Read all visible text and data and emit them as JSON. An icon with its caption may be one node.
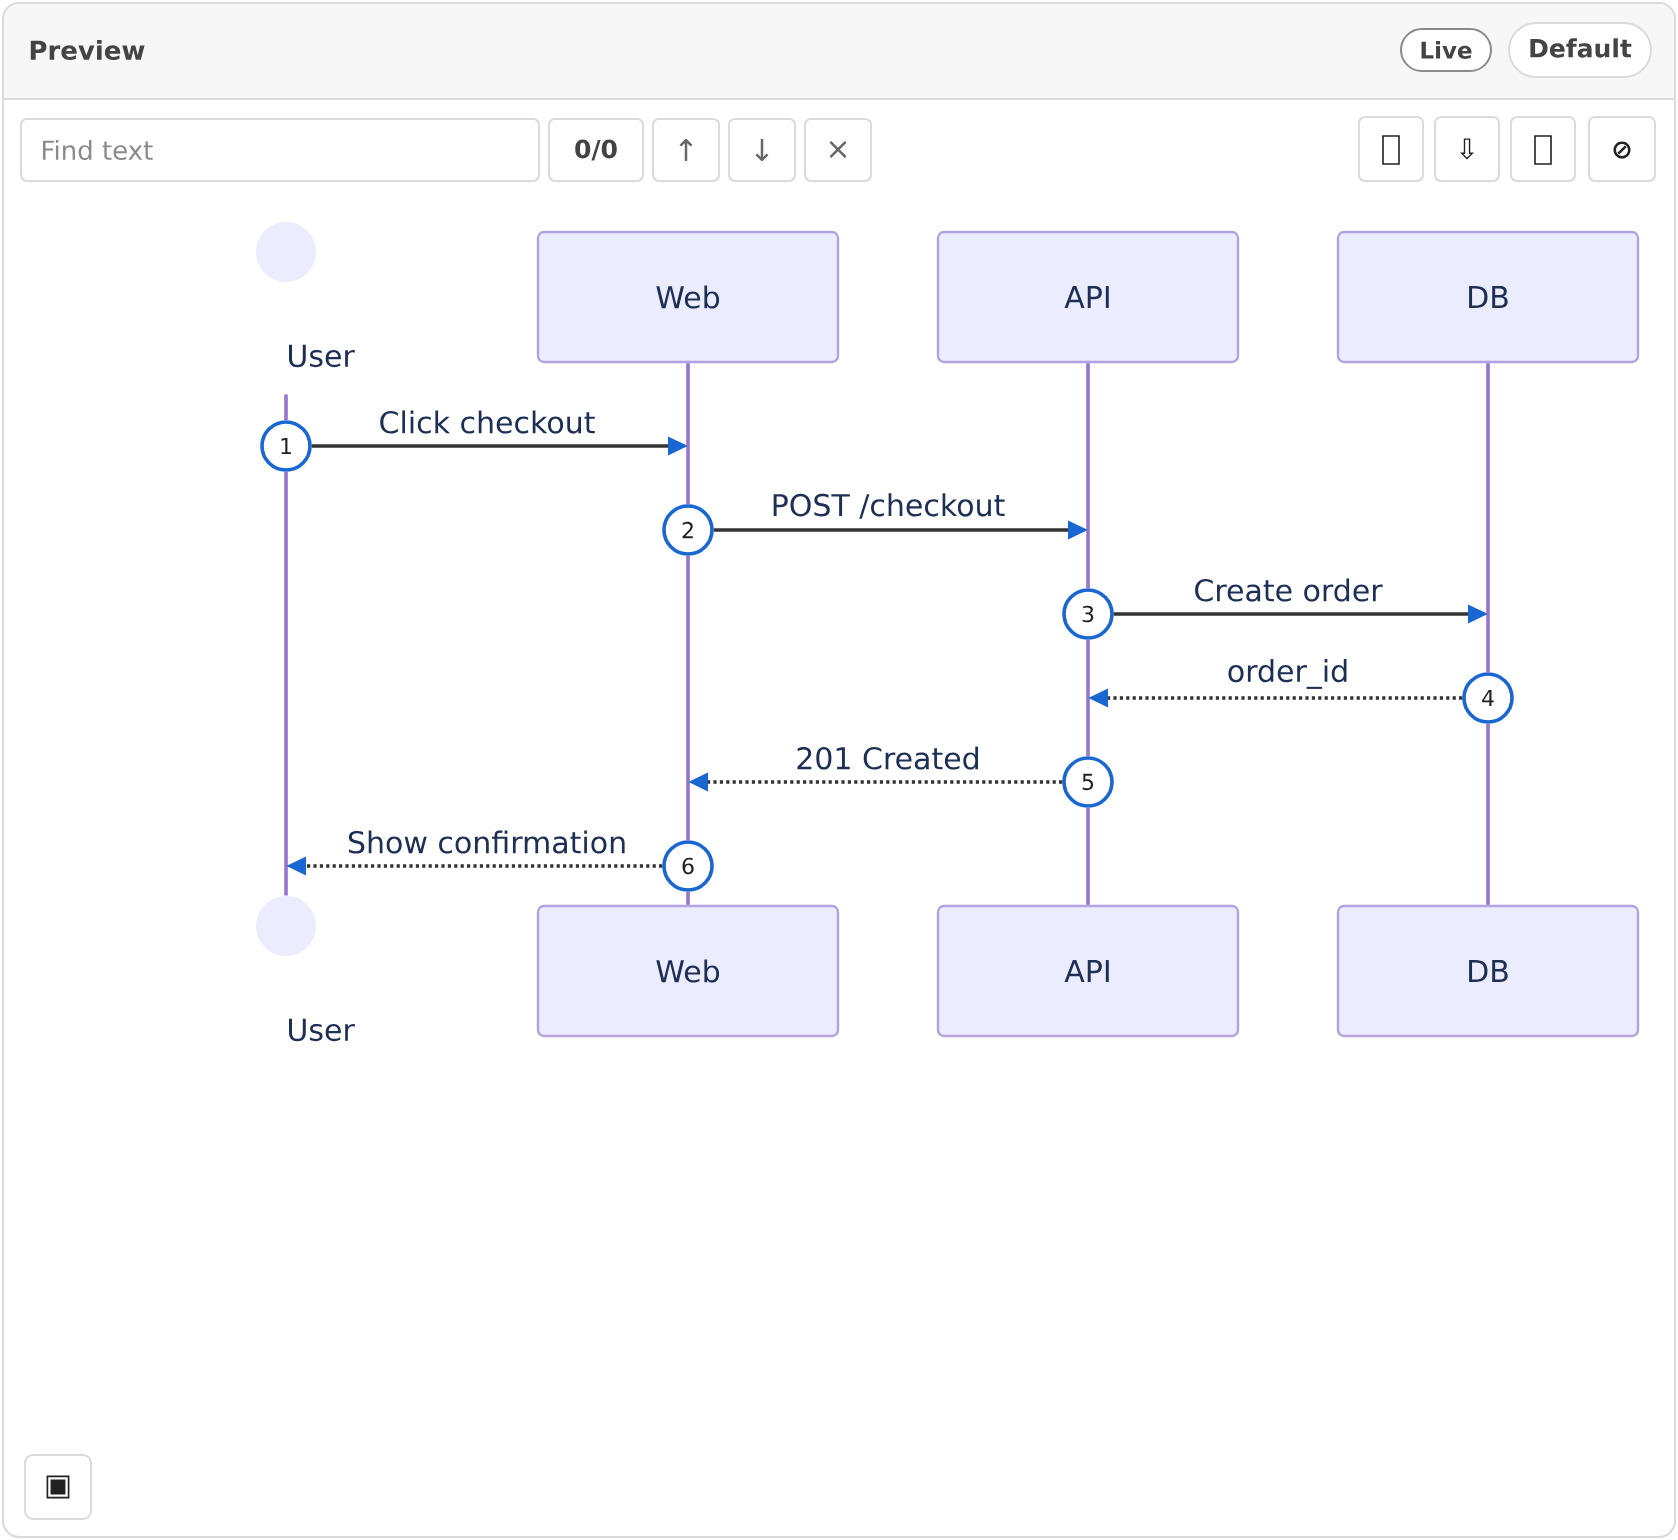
{
  "diagram": {
    "title": "Preview",
    "nodes": [
      {
        "text": [
          "User"
        ]
      },
      {
        "text": [
          "Web"
        ]
      },
      {
        "text": [
          "API"
        ]
      },
      {
        "text": [
          "DB"
        ]
      },
      {
        "text": [
          "1"
        ]
      },
      {
        "text": [
          "2"
        ]
      },
      {
        "text": [
          "3"
        ]
      },
      {
        "text": [
          "4"
        ]
      },
      {
        "text": [
          "5"
        ]
      },
      {
        "text": [
          "6"
        ]
      },
      {
        "text": [
          "User"
        ]
      },
      {
        "text": [
          "Web"
        ]
      },
      {
        "text": [
          "API"
        ]
      },
      {
        "text": [
          "DB"
        ]
      }
    ],
    "edges": [
      {
        "from": 0,
        "to": 4,
        "arrow": "none",
        "color": "#9575cd"
      },
      {
        "from": 4,
        "to": 10,
        "arrow": "none",
        "color": "#9575cd"
      },
      {
        "from": 1,
        "to": 5,
        "arrow": "none",
        "color": "#9575cd"
      },
      {
        "from": 5,
        "to": 9,
        "arrow": "none",
        "color": "#9575cd"
      },
      {
        "from": 9,
        "to": 11,
        "arrow": "none",
        "color": "#9575cd"
      },
      {
        "from": 2,
        "to": 6,
        "arrow": "none",
        "color": "#9575cd"
      },
      {
        "from": 6,
        "to": 8,
        "arrow": "none",
        "color": "#9575cd"
      },
      {
        "from": 8,
        "to": 12,
        "arrow": "none",
        "color": "#9575cd"
      },
      {
        "from": 3,
        "to": 7,
        "arrow": "none",
        "color": "#9575cd"
      },
      {
        "from": 7,
        "to": 13,
        "arrow": "none",
        "color": "#9575cd"
      },
      {
        "from": 4,
        "to": null,
        "arrow": "to",
        "label": "Click checkout",
        "color": "#333333"
      },
      {
        "from": 5,
        "to": null,
        "arrow": "to",
        "label": "POST /checkout",
        "color": "#333333"
      },
      {
        "from": 6,
        "to": null,
        "arrow": "to",
        "label": "Create order",
        "color": "#333333"
      },
      {
        "from": 7,
        "to": null,
        "arrow": "to",
        "label": "order_id",
        "style": "dashed",
        "color": "#333333"
      },
      {
        "from": 8,
        "to": null,
        "arrow": "to",
        "label": "201 Created",
        "style": "dashed",
        "color": "#333333"
      },
      {
        "from": 9,
        "to": 10,
        "arrow": "to",
        "label": "Show confirmation",
        "style": "dashed",
        "color": "#333333"
      }
    ],
    "labels": [
      "Live",
      "Default",
      "Find text",
      "0/0",
      "↑",
      "↓",
      "×",
      "⇩",
      "⊘",
      "▣"
    ]
  }
}
